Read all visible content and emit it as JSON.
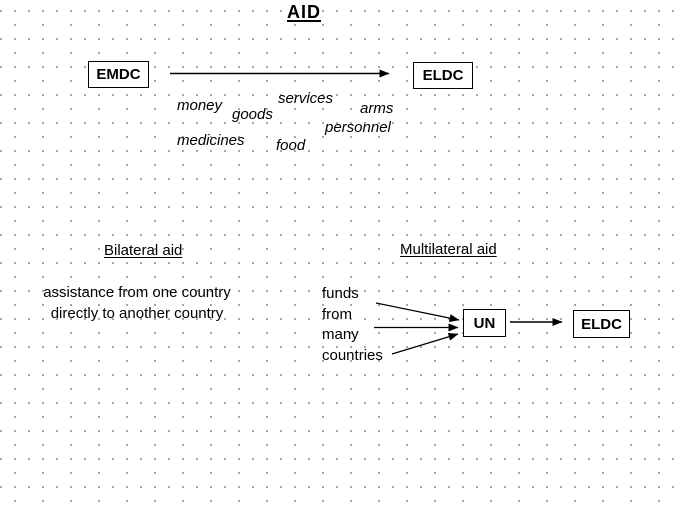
{
  "title": "AID",
  "colors": {
    "background": "#ffffff",
    "ink": "#000000",
    "grid_dot": "#9c9c9c"
  },
  "top_flow": {
    "from_box": "EMDC",
    "to_box": "ELDC",
    "aid_items": [
      "money",
      "goods",
      "services",
      "arms",
      "medicines",
      "food",
      "personnel"
    ]
  },
  "bilateral": {
    "heading": "Bilateral aid",
    "description_lines": [
      "assistance from one country",
      "directly to another country"
    ]
  },
  "multilateral": {
    "heading": "Multilateral aid",
    "source_lines": [
      "funds",
      "from",
      "many",
      "countries"
    ],
    "org_box": "UN",
    "to_box": "ELDC"
  }
}
